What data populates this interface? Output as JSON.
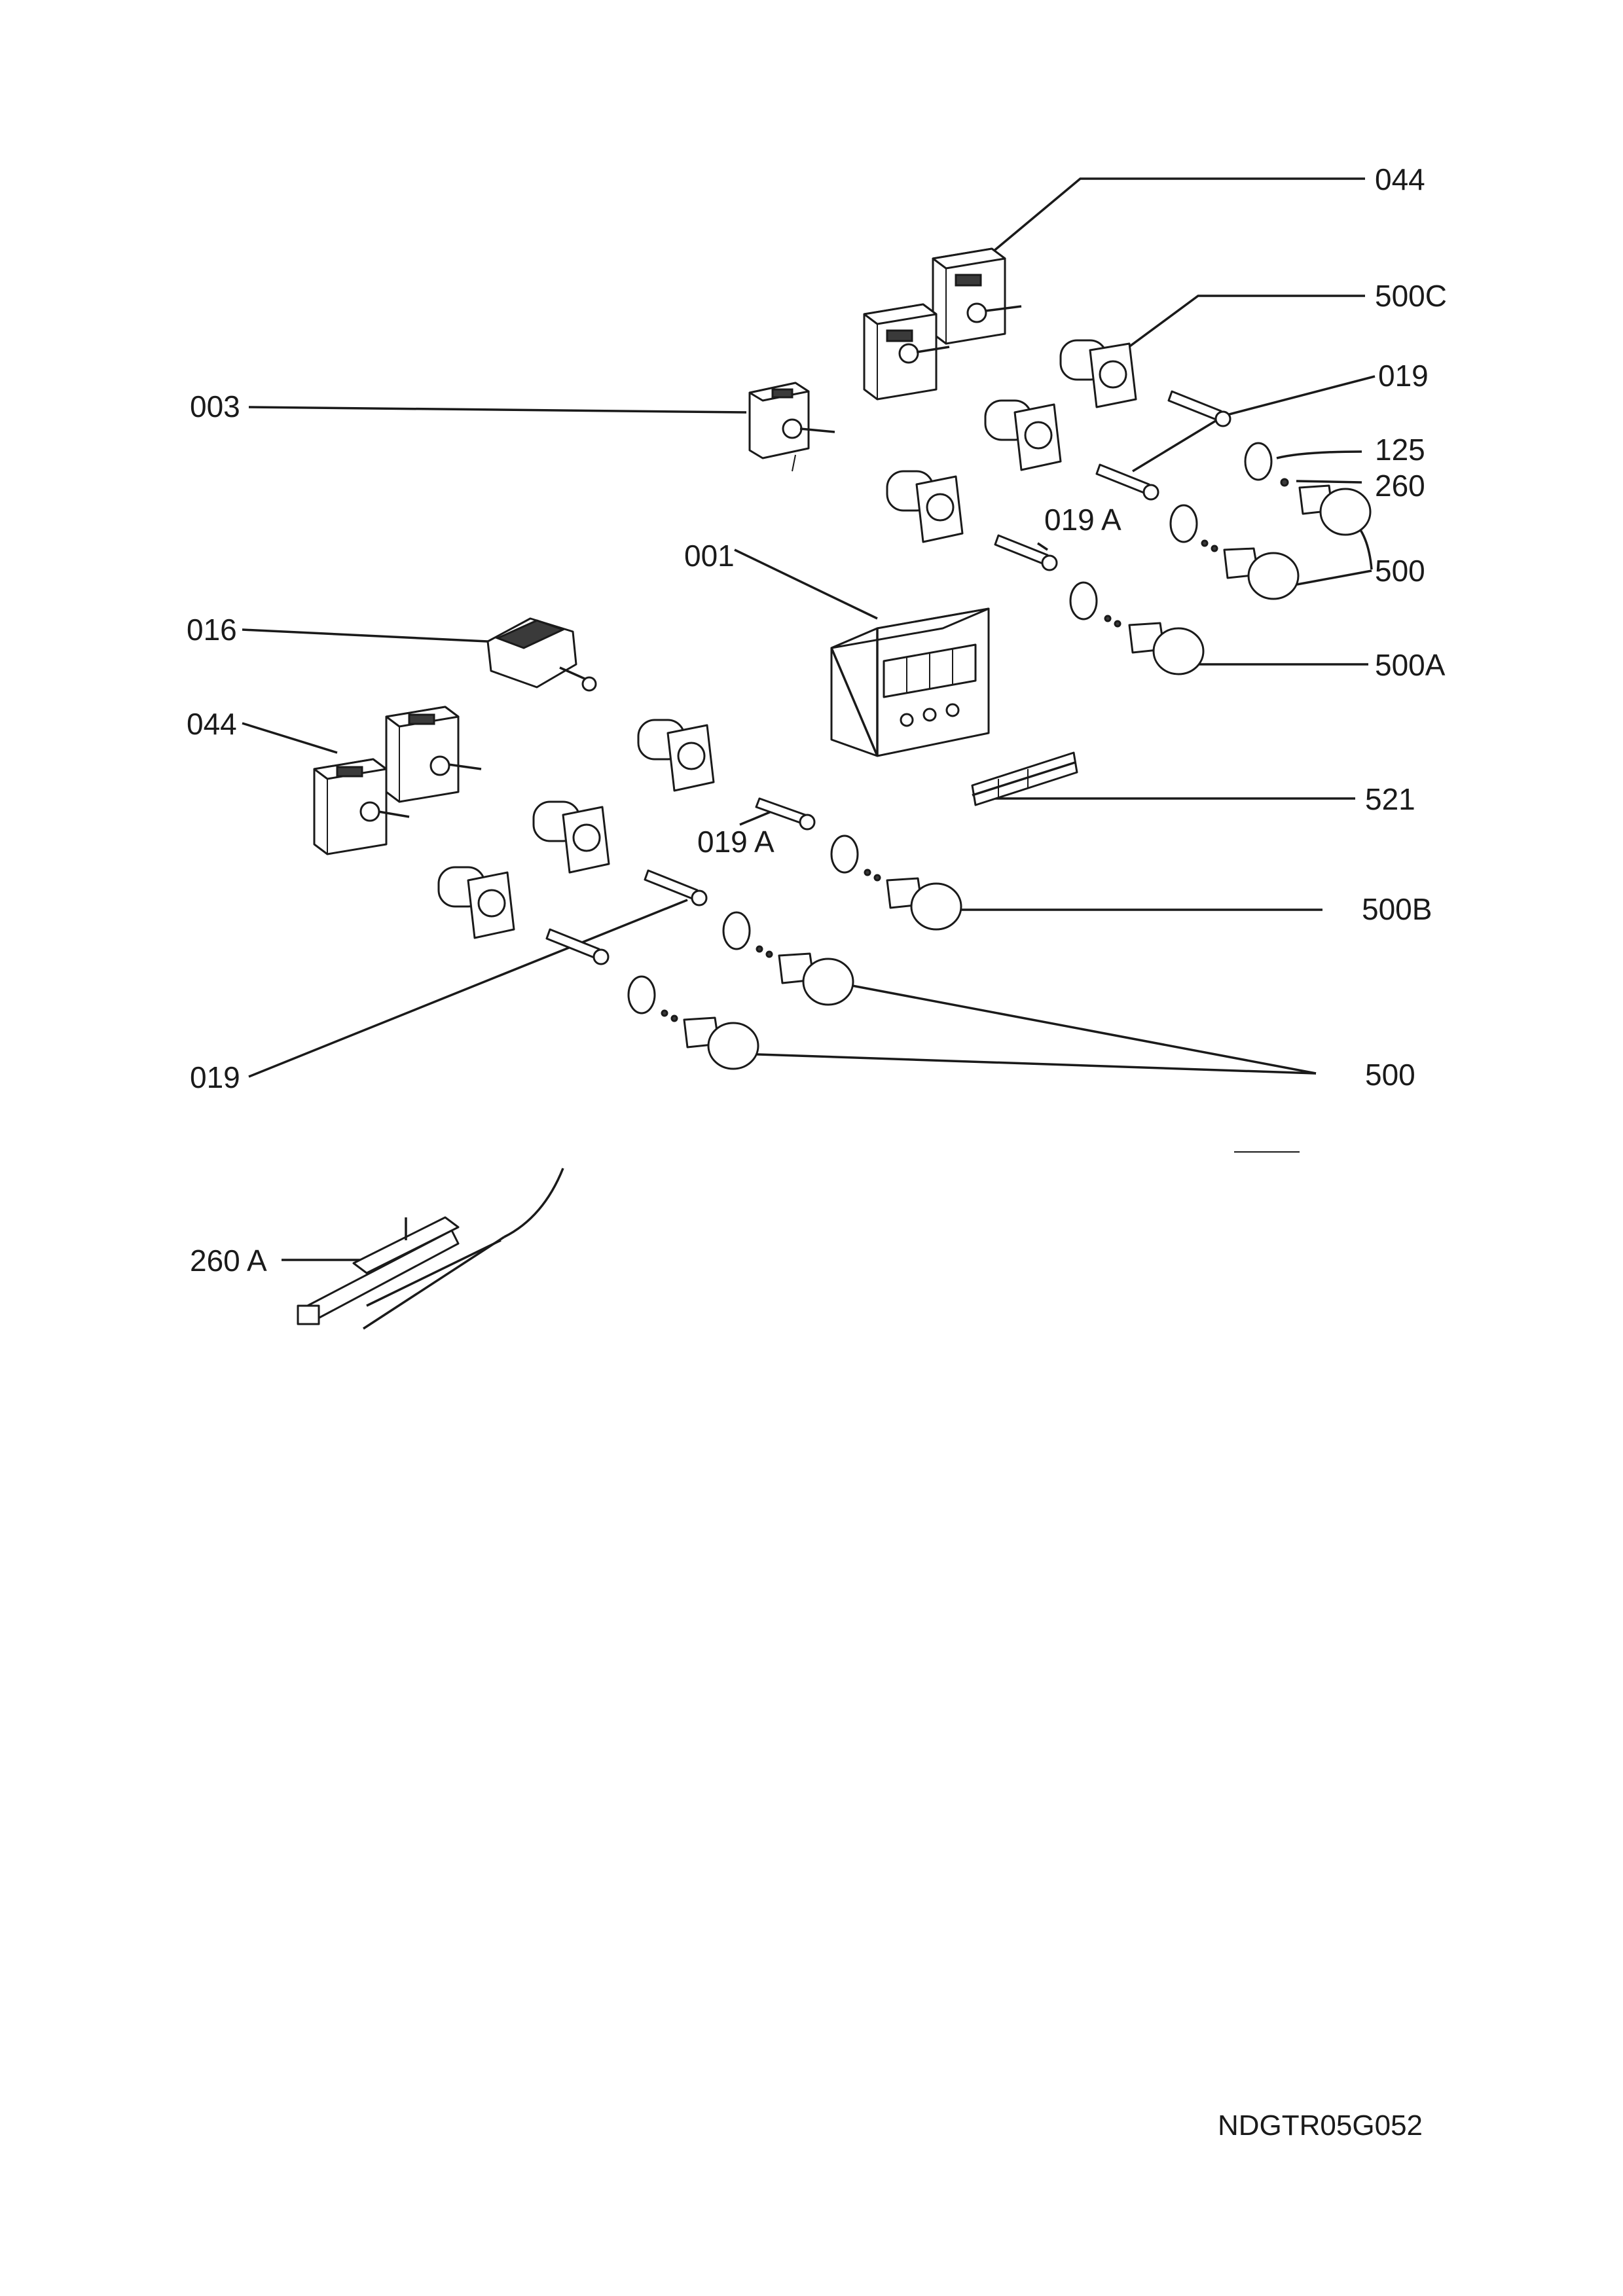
{
  "diagram": {
    "part_labels": {
      "l044_top": "044",
      "l500c": "500C",
      "l019_top": "019",
      "l125": "125",
      "l260": "260",
      "l500_top": "500",
      "l003": "003",
      "l019a_top": "019 A",
      "l001": "001",
      "l500a": "500A",
      "l016": "016",
      "l044_left": "044",
      "l521": "521",
      "l019a_mid": "019 A",
      "l500b": "500B",
      "l019_left": "019",
      "l500_bottom": "500",
      "l260a": "260 A"
    },
    "reference_code": "NDGTR05G052"
  }
}
